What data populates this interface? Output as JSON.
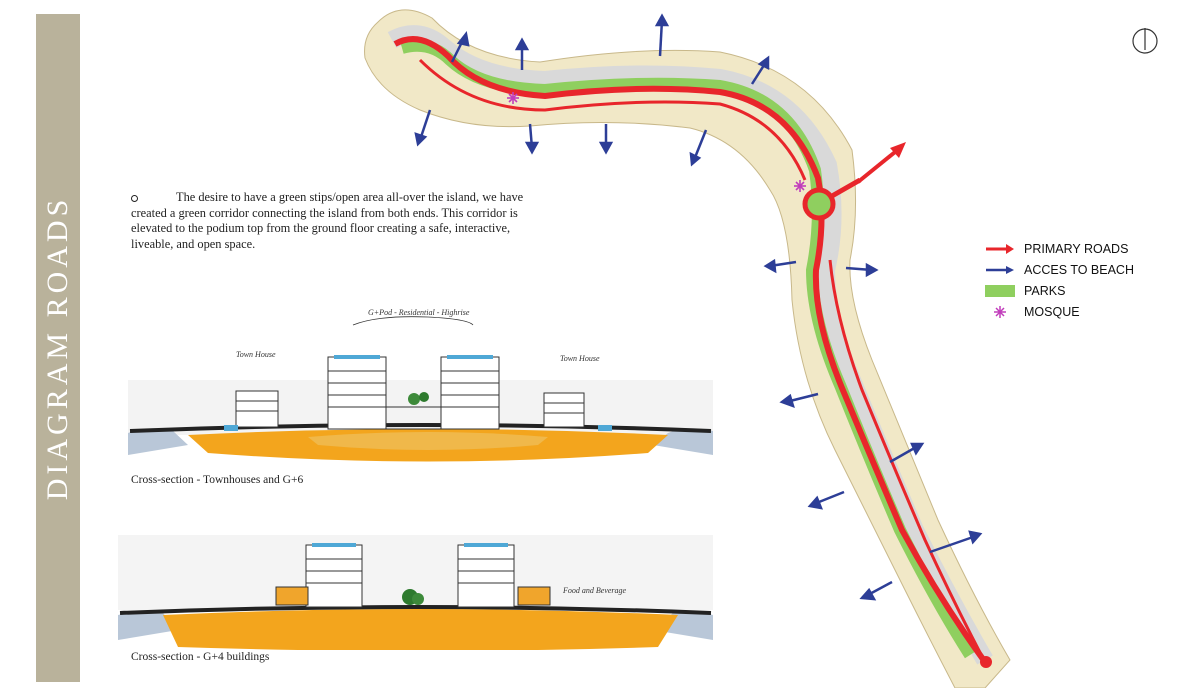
{
  "page": {
    "title": "DIAGRAM ROADS"
  },
  "description": "The desire to have a green stips/open area all-over the island, we have created a green corridor connecting the island from both ends. This corridor is elevated to the podium top from the ground floor creating a safe, interactive, liveable, and open space.",
  "sections": [
    {
      "caption": "Cross-section - Townhouses and G+6",
      "annotations": [
        "Town House",
        "G+Pod - Residential - Highrise",
        "Town House"
      ]
    },
    {
      "caption": "Cross-section - G+4 buildings",
      "annotations": [
        "Food and Beverage"
      ]
    }
  ],
  "legend": [
    {
      "label": "PRIMARY ROADS",
      "symbol": "red-arrow",
      "color": "#e8262b"
    },
    {
      "label": "ACCES TO BEACH",
      "symbol": "blue-arrow",
      "color": "#2d3e97"
    },
    {
      "label": "PARKS",
      "symbol": "green-rect",
      "color": "#8fcf5f"
    },
    {
      "label": "MOSQUE",
      "symbol": "purple-asterisk",
      "color": "#c13dbb"
    }
  ],
  "colors": {
    "band": "#b9b29b",
    "sand": "#f1e8c7",
    "road": "#e8262b",
    "park": "#8fcf5f",
    "access": "#2d3e97",
    "mosque": "#c13dbb"
  },
  "icons": [
    "north-arrow-icon"
  ]
}
